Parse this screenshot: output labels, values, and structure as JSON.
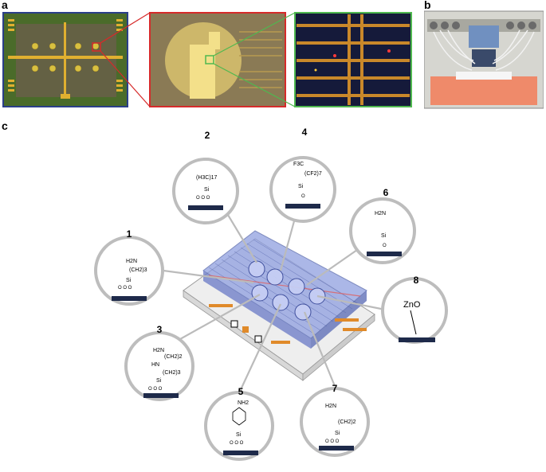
{
  "panels": {
    "a": "a",
    "b": "b",
    "c": "c"
  },
  "molecules": [
    {
      "num": "1",
      "lines": [
        "H2N",
        "(CH2)3",
        "Si",
        "O O O"
      ]
    },
    {
      "num": "2",
      "lines": [
        "(H3C)17",
        "Si",
        "O O O"
      ]
    },
    {
      "num": "3",
      "lines": [
        "H2N",
        "(CH2)2",
        "HN",
        "(CH2)3",
        "Si",
        "O O O"
      ]
    },
    {
      "num": "4",
      "lines": [
        "F3C",
        "(CF2)7",
        "Si",
        "O"
      ]
    },
    {
      "num": "5",
      "lines": [
        "NH2",
        "Si",
        "O O O"
      ]
    },
    {
      "num": "6",
      "lines": [
        "H2N",
        "Si",
        "O"
      ]
    },
    {
      "num": "7",
      "lines": [
        "H2N",
        "(CH2)2",
        "Si",
        "O O O"
      ]
    },
    {
      "num": "8",
      "lines": [
        "ZnO"
      ]
    }
  ],
  "colors": {
    "chip_green": "#4a6b2a",
    "chip_red_border": "#d62a2a",
    "zoom_green_border": "#4fb84f",
    "dark_panel": "#151a3a",
    "gold": "#e0b030",
    "device_blue": "#8f9fe0",
    "circle_grey": "#bdbdbd",
    "substrate": "#1e2a4a"
  }
}
